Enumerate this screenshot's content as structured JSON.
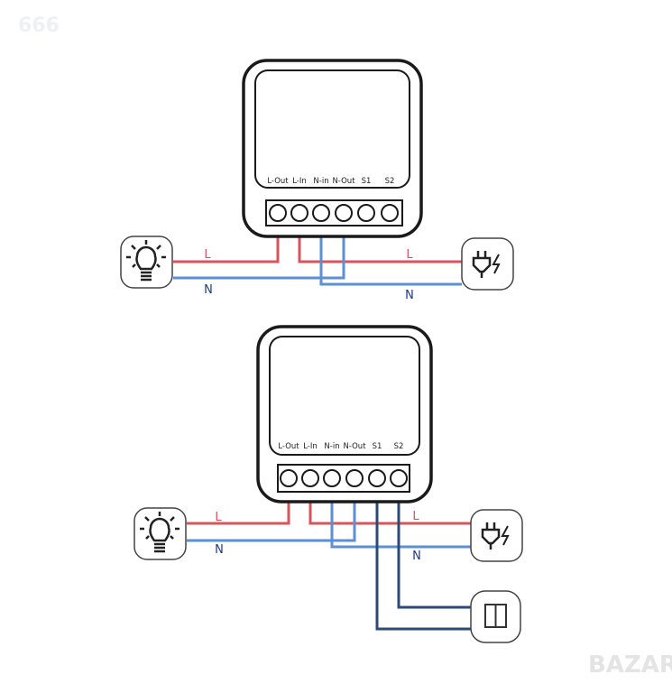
{
  "watermark_top": "666",
  "watermark_logo": "BAZAR",
  "colors": {
    "live": "#d9545b",
    "neutral": "#5b8fd6",
    "switch": "#2c4a78",
    "outline": "#222222"
  },
  "diagrams": [
    {
      "terminals": [
        "L-Out",
        "L-In",
        "N-in",
        "N-Out",
        "S1",
        "S2"
      ],
      "wire_labels": {
        "live_left": "L",
        "live_right": "L",
        "neutral_left": "N",
        "neutral_right": "N"
      }
    },
    {
      "terminals": [
        "L-Out",
        "L-In",
        "N-in",
        "N-Out",
        "S1",
        "S2"
      ],
      "wire_labels": {
        "live_left": "L",
        "live_right": "L",
        "neutral_left": "N",
        "neutral_right": "N"
      }
    }
  ]
}
